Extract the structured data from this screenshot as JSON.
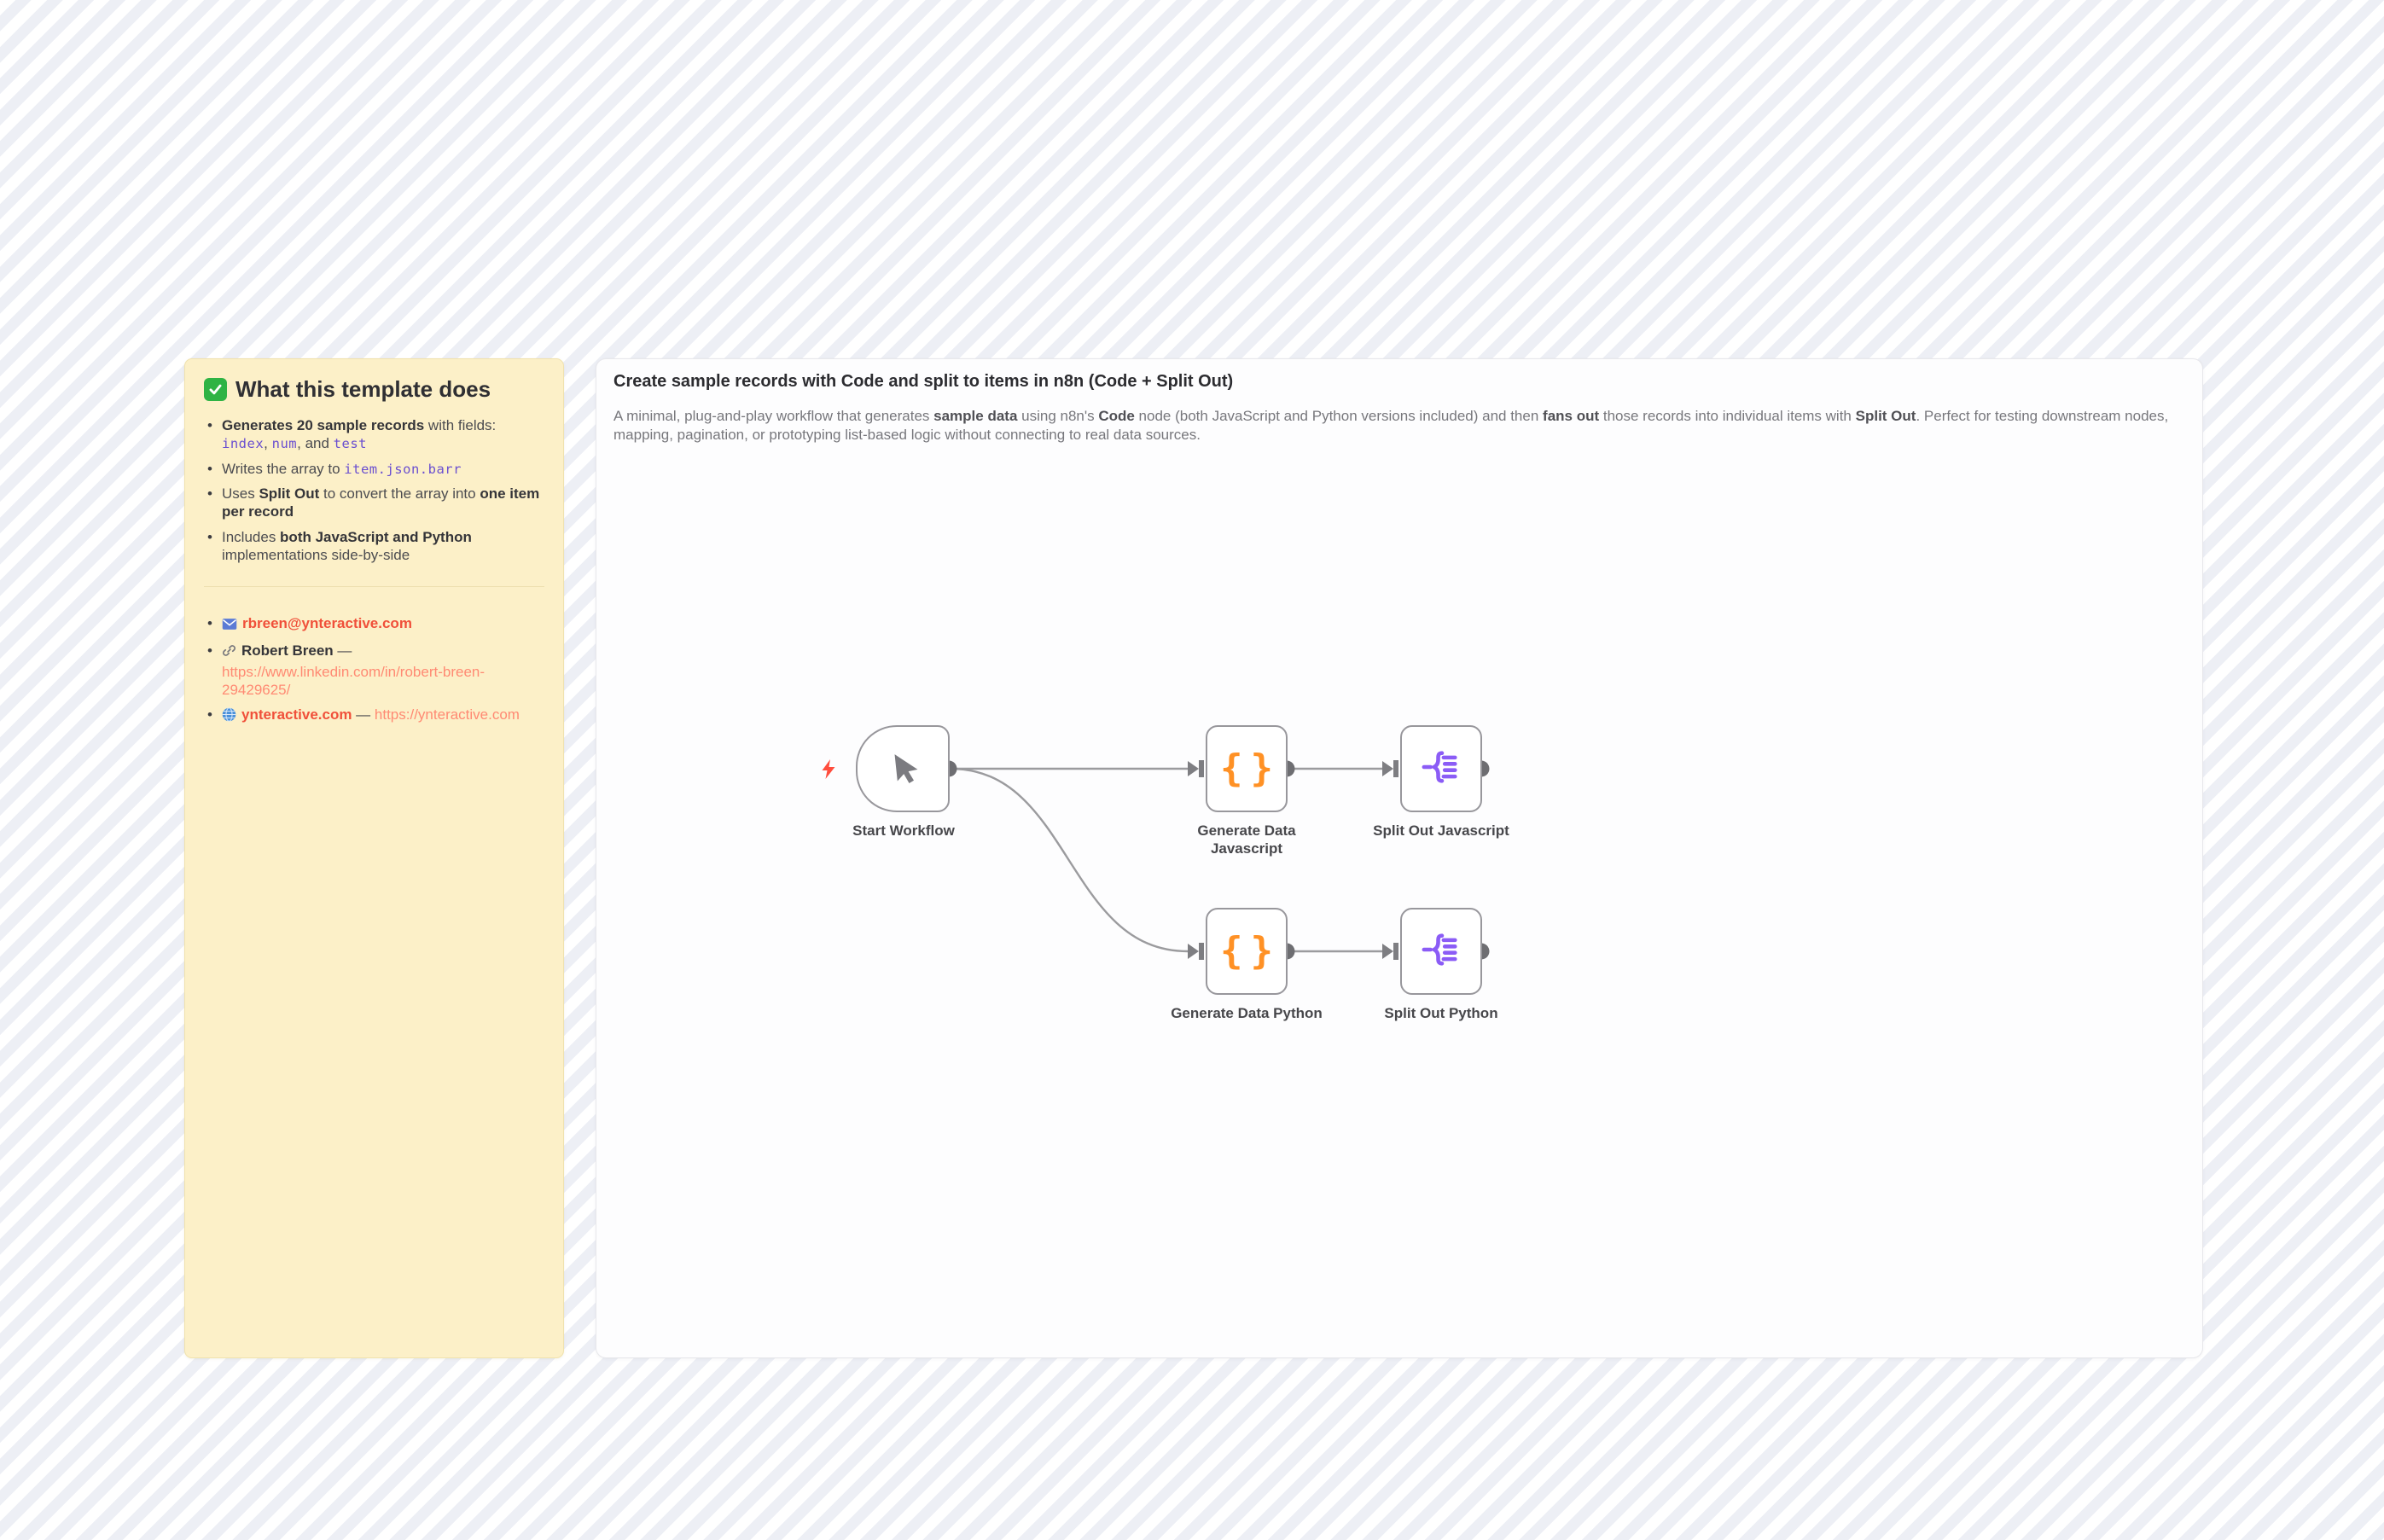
{
  "sticky_note": {
    "title": "What this template does",
    "title_icon": "green-checkmark-icon",
    "features": [
      {
        "parts": [
          {
            "style": "bold",
            "text": "Generates 20 sample records"
          },
          {
            "style": "text",
            "text": " with fields: "
          },
          {
            "style": "code",
            "text": "index"
          },
          {
            "style": "text",
            "text": ", "
          },
          {
            "style": "code",
            "text": "num"
          },
          {
            "style": "text",
            "text": ", and "
          },
          {
            "style": "code",
            "text": "test"
          }
        ]
      },
      {
        "parts": [
          {
            "style": "text",
            "text": "Writes the array to "
          },
          {
            "style": "code",
            "text": "item.json.barr"
          }
        ]
      },
      {
        "parts": [
          {
            "style": "text",
            "text": "Uses "
          },
          {
            "style": "bold",
            "text": "Split Out"
          },
          {
            "style": "text",
            "text": " to convert the array into "
          },
          {
            "style": "bold",
            "text": "one item per record"
          }
        ]
      },
      {
        "parts": [
          {
            "style": "text",
            "text": "Includes "
          },
          {
            "style": "bold",
            "text": "both JavaScript and Python"
          },
          {
            "style": "text",
            "text": " implementations side-by-side"
          }
        ]
      }
    ],
    "contacts": [
      {
        "icon": "email-icon",
        "link_bold": "rbreen@ynteractive.com"
      },
      {
        "icon": "link-icon",
        "name": "Robert Breen",
        "separator": " — ",
        "link": "https://www.linkedin.com/in/robert-breen-29429625/"
      },
      {
        "icon": "globe-icon",
        "link_bold": "ynteractive.com",
        "separator": " — ",
        "link": "https://ynteractive.com"
      }
    ]
  },
  "panel": {
    "title": "Create sample records with Code and split to items in n8n (Code + Split Out)",
    "description_parts": [
      {
        "style": "text",
        "text": "A minimal, plug-and-play workflow that generates "
      },
      {
        "style": "bold",
        "text": "sample data"
      },
      {
        "style": "text",
        "text": " using n8n's "
      },
      {
        "style": "bold",
        "text": "Code"
      },
      {
        "style": "text",
        "text": " node (both JavaScript and Python versions included) and then "
      },
      {
        "style": "bold",
        "text": "fans out"
      },
      {
        "style": "text",
        "text": " those records into individual items with "
      },
      {
        "style": "bold",
        "text": "Split Out"
      },
      {
        "style": "text",
        "text": ". Perfect for testing downstream nodes, mapping, pagination, or prototyping list-based logic without connecting to real data sources."
      }
    ]
  },
  "workflow": {
    "nodes": [
      {
        "id": "start-workflow",
        "label": "Start Workflow",
        "type": "manual-trigger",
        "icon": "cursor-icon"
      },
      {
        "id": "generate-data-javascript",
        "label": "Generate Data Javascript",
        "type": "code",
        "icon": "code-braces-icon"
      },
      {
        "id": "split-out-javascript",
        "label": "Split Out Javascript",
        "type": "split-out",
        "icon": "split-out-icon"
      },
      {
        "id": "generate-data-python",
        "label": "Generate Data Python",
        "type": "code",
        "icon": "code-braces-icon"
      },
      {
        "id": "split-out-python",
        "label": "Split Out Python",
        "type": "split-out",
        "icon": "split-out-icon"
      }
    ],
    "connections": [
      {
        "from": "start-workflow",
        "to": "generate-data-javascript"
      },
      {
        "from": "start-workflow",
        "to": "generate-data-python"
      },
      {
        "from": "generate-data-javascript",
        "to": "split-out-javascript"
      },
      {
        "from": "generate-data-python",
        "to": "split-out-python"
      }
    ]
  },
  "colors": {
    "sticky_background": "#fcf0c8",
    "canvas_stripe": "#edeff5",
    "link_bold": "#f0503a",
    "link": "#ff8a73",
    "inline_code": "#6a4fd0",
    "code_node_icon": "#ff9125",
    "split_out_icon": "#8b5cf6",
    "node_border": "#98979c",
    "wire": "#9b9b9e",
    "trigger_bolt": "#ff4d3d",
    "check_green": "#2fb344"
  }
}
